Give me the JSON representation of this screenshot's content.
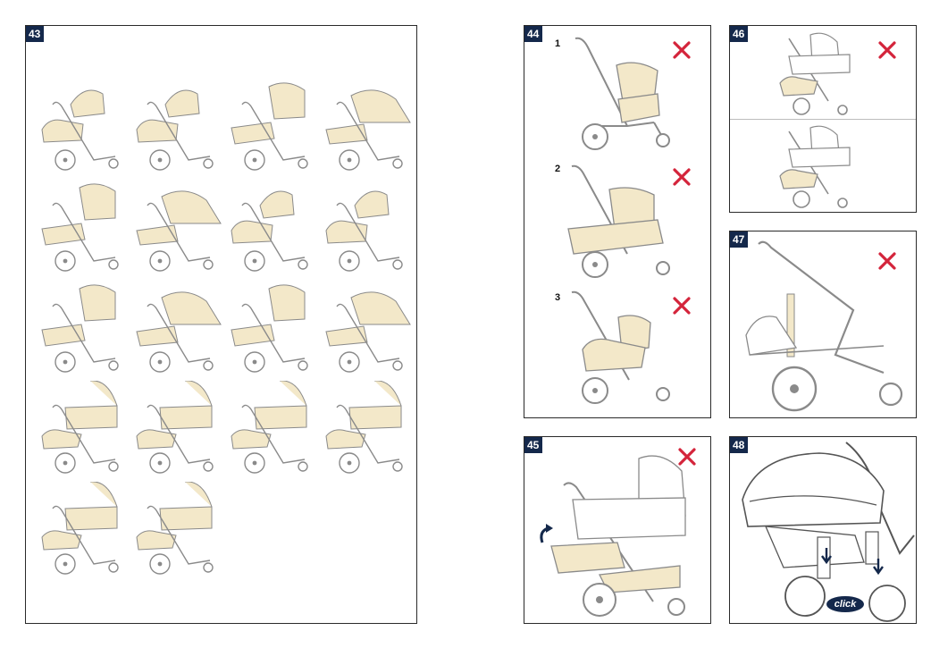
{
  "panels": {
    "p43": {
      "number": "43"
    },
    "p44": {
      "number": "44",
      "steps": [
        "1",
        "2",
        "3"
      ]
    },
    "p45": {
      "number": "45"
    },
    "p46": {
      "number": "46"
    },
    "p47": {
      "number": "47"
    },
    "p48": {
      "number": "48",
      "click_label": "click"
    }
  },
  "grid43": {
    "rows": [
      [
        "infant-seat",
        "infant-seat",
        "seat-upright",
        "seat-reclined"
      ],
      [
        "seat-upright",
        "seat-reclined",
        "infant-seat",
        "infant-seat"
      ],
      [
        "seat-upright",
        "seat-reclined",
        "seat-upright",
        "seat-reclined"
      ],
      [
        "bassinet",
        "bassinet",
        "bassinet",
        "bassinet"
      ],
      [
        "bassinet",
        "bassinet"
      ]
    ]
  },
  "colors": {
    "accent": "#d4243b",
    "badge": "#14284b",
    "fill": "#f3e8c9",
    "line": "#8a8a8a"
  },
  "icons": {
    "wrong": "cross-icon",
    "rotate": "rotate-arrow-icon",
    "down": "down-arrow-icon"
  }
}
